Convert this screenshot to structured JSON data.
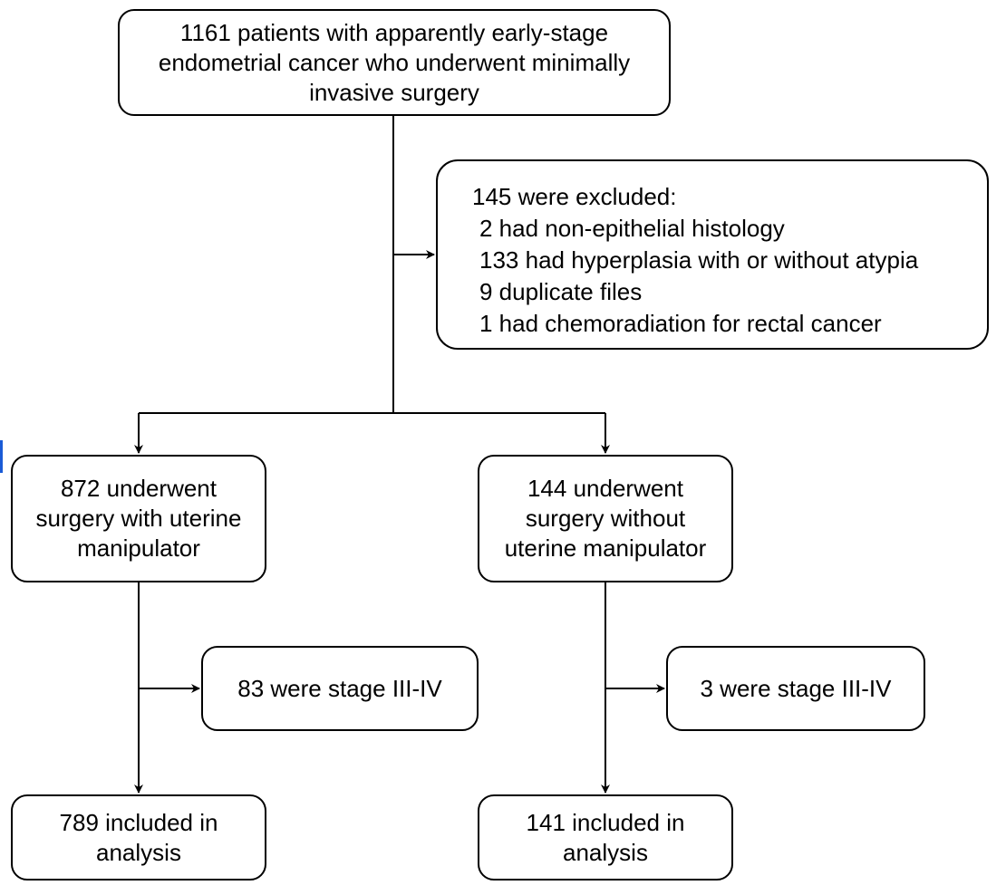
{
  "flowchart": {
    "top_box": {
      "lines": [
        "1161 patients with apparently early-stage",
        "endometrial cancer who underwent minimally",
        "invasive surgery"
      ]
    },
    "exclusion_box": {
      "heading": "145 were excluded:",
      "items": [
        "2 had non-epithelial histology",
        "133 had hyperplasia with or without atypia",
        "9 duplicate files",
        "1 had chemoradiation for rectal cancer"
      ]
    },
    "left_branch": {
      "group_lines": [
        "872 underwent",
        "surgery with uterine",
        "manipulator"
      ],
      "excluded_text": "83 were stage III-IV",
      "final_lines": [
        "789 included in",
        "analysis"
      ]
    },
    "right_branch": {
      "group_lines": [
        "144 underwent",
        "surgery without",
        "uterine manipulator"
      ],
      "excluded_text": "3 were stage III-IV",
      "final_lines": [
        "141 included in",
        "analysis"
      ]
    }
  }
}
